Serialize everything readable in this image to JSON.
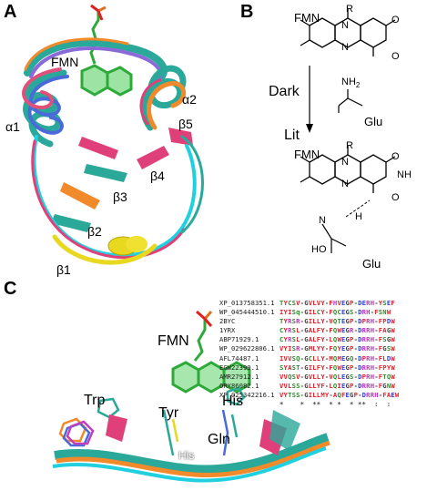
{
  "panel_labels": {
    "a": "A",
    "b": "B",
    "c": "C"
  },
  "panel_a": {
    "ligand": "FMN",
    "labels": {
      "a1": "α1",
      "a2": "α2",
      "b1": "β1",
      "b2": "β2",
      "b3": "β3",
      "b4": "β4",
      "b5": "β5"
    }
  },
  "panel_b": {
    "fmn_top": "FMN",
    "r_top": "R",
    "dark": "Dark",
    "lit": "Lit",
    "glu_top": "Glu",
    "nh2": "NH",
    "nh2_sub": "2",
    "fmn_bottom": "FMN",
    "r_bottom": "R",
    "glu_bottom": "Glu",
    "nh_top": "NH",
    "o_label": "O",
    "n_label": "N",
    "h_label": "H",
    "ho_label": "HO",
    "n_top1": "N",
    "n_top2": "N",
    "o1": "O",
    "o2": "O",
    "nh_b": "NH",
    "n_b1": "N",
    "n_b2": "N",
    "o3": "O",
    "o4": "O"
  },
  "panel_c": {
    "ligand": "FMN",
    "labels": {
      "trp": "Trp",
      "tyr": "Tyr",
      "his_right": "His",
      "gln": "Gln",
      "his_bottom": "His"
    }
  },
  "alignment": {
    "rows": [
      {
        "id": "XP_013758351.1",
        "seq": "TYCSV-GVLVY-FHVEGP-DERH-YSEF"
      },
      {
        "id": "WP_045444510.1",
        "seq": "IYISq-GILCY-FQCEGS-DRH-FSNW"
      },
      {
        "id": "2BYC",
        "seq": "TYRSR-GILLY-VQTEGP-DPRH-FPDW"
      },
      {
        "id": "1YRX",
        "seq": "CYRSL-GALFY-FQWEGR-DRRH-FAGW"
      },
      {
        "id": "ABP71929.1",
        "seq": "CYRSL-GALFY-LQWEGP-DRRH-FSGW"
      },
      {
        "id": "WP_029622806.1",
        "seq": "VYISR-GMLYY-FQYEGP-DRRH-FGSW"
      },
      {
        "id": "AFL74487.1",
        "seq": "IVVSQ-GCLLY-MQMEGQ-DPRH-FLDW"
      },
      {
        "id": "EGW22399.1",
        "seq": "SYAST-GILFY-FQWEGP-DRRH-FPYW"
      },
      {
        "id": "AMR27912.1",
        "seq": "VVQSV-GVLLY-VQLEGS-DPRH-FTQW"
      },
      {
        "id": "ORY86082.1",
        "seq": "VVLSS-GLLYF-LQIEGP-DRRH-FGNW"
      },
      {
        "id": "XP_025342216.1",
        "seq": "VYTSS-GILLMY-AQFEGP-DRRH-FAEW"
      }
    ],
    "conservation": "*    *  **  * *  * **  :  :"
  },
  "colors": {
    "helix_teal": "#2aa89a",
    "helix_orange": "#f08a2a",
    "sheet_magenta": "#e0407a",
    "loop_yellow": "#e8d820",
    "fmn_green": "#3bc94a",
    "cyan": "#20d0e0"
  }
}
